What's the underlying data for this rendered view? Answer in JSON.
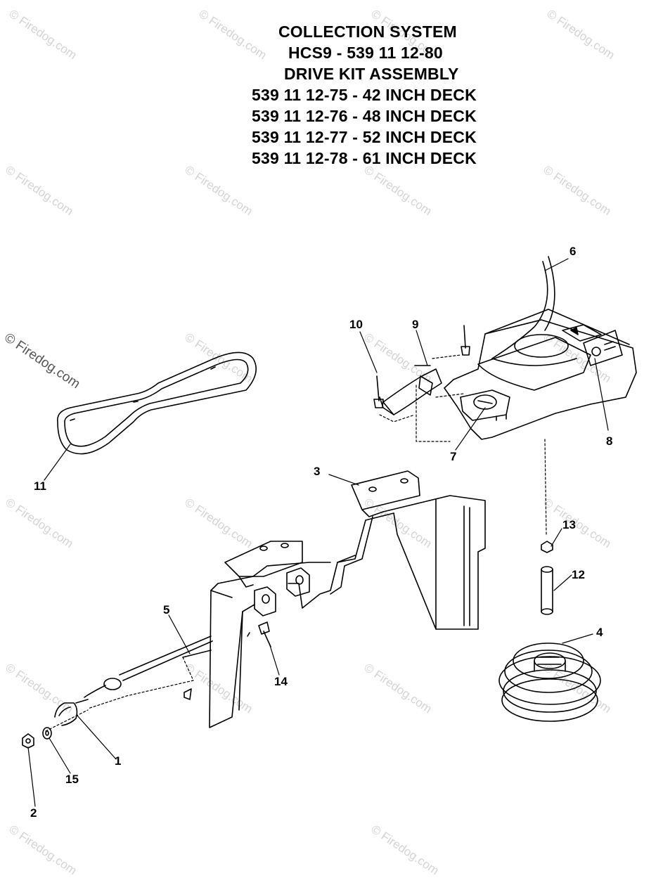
{
  "title": {
    "line1": "COLLECTION SYSTEM",
    "line2": "HCS9 - 539 11 12-80",
    "line3": "DRIVE KIT ASSEMBLY",
    "line4": "539 11 12-75 - 42 INCH DECK",
    "line5": "539 11 12-76 - 48 INCH DECK",
    "line6": "539 11 12-77 - 52 INCH DECK",
    "line7": "539 11 12-78 - 61 INCH DECK"
  },
  "watermark": {
    "text": "© Firedog.com"
  },
  "callouts": [
    "1",
    "2",
    "3",
    "4",
    "5",
    "6",
    "7",
    "8",
    "9",
    "10",
    "11",
    "12",
    "13",
    "14",
    "15"
  ]
}
